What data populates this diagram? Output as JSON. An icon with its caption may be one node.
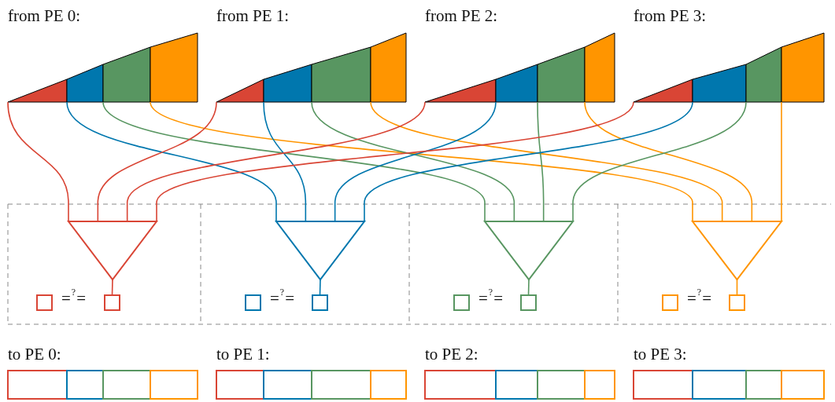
{
  "diagram": {
    "nodes": [
      {
        "text": [],
        "shape": "triangle"
      },
      {
        "text": [],
        "shape": "box"
      },
      {
        "text": [],
        "shape": "box"
      },
      {
        "text": [],
        "shape": "box"
      },
      {
        "text": [],
        "shape": "triangle"
      },
      {
        "text": [],
        "shape": "box"
      },
      {
        "text": [],
        "shape": "box"
      },
      {
        "text": [],
        "shape": "box"
      },
      {
        "text": [],
        "shape": "triangle"
      },
      {
        "text": [],
        "shape": "box"
      },
      {
        "text": [],
        "shape": "box"
      },
      {
        "text": [],
        "shape": "box"
      },
      {
        "text": [],
        "shape": "triangle"
      },
      {
        "text": [],
        "shape": "box"
      },
      {
        "text": [],
        "shape": "box"
      },
      {
        "text": [],
        "shape": "box"
      },
      {
        "text": [],
        "shape": "triangle"
      },
      {
        "text": [],
        "shape": "box"
      },
      {
        "text": [],
        "shape": "box"
      },
      {
        "text": [],
        "shape": "triangle"
      },
      {
        "text": [],
        "shape": "box"
      },
      {
        "text": [],
        "shape": "box"
      },
      {
        "text": [],
        "shape": "triangle"
      },
      {
        "text": [],
        "shape": "box"
      },
      {
        "text": [],
        "shape": "box"
      },
      {
        "text": [],
        "shape": "triangle"
      },
      {
        "text": [],
        "shape": "box"
      },
      {
        "text": [],
        "shape": "box"
      },
      {
        "text": [],
        "shape": "box"
      },
      {
        "text": [],
        "shape": "box"
      },
      {
        "text": [],
        "shape": "box"
      },
      {
        "text": [],
        "shape": "box"
      },
      {
        "text": [],
        "shape": "box"
      },
      {
        "text": [],
        "shape": "box"
      },
      {
        "text": [],
        "shape": "box"
      },
      {
        "text": [],
        "shape": "box"
      },
      {
        "text": [],
        "shape": "box"
      },
      {
        "text": [],
        "shape": "box"
      },
      {
        "text": [],
        "shape": "box"
      },
      {
        "text": [],
        "shape": "box"
      },
      {
        "text": [],
        "shape": "box"
      },
      {
        "text": [],
        "shape": "box"
      },
      {
        "text": [],
        "shape": "box"
      },
      {
        "text": [],
        "shape": "box"
      }
    ],
    "edges": [
      {
        "from": 0,
        "to": 16,
        "arrow": "none",
        "color": "#d94535"
      },
      {
        "from": 1,
        "to": 19,
        "arrow": "none",
        "color": "#0077ae"
      },
      {
        "from": 2,
        "to": 22,
        "arrow": "none",
        "color": "#589661"
      },
      {
        "from": 3,
        "to": 25,
        "arrow": "none",
        "color": "#ff9500"
      },
      {
        "from": 4,
        "to": 16,
        "arrow": "none",
        "color": "#d94535"
      },
      {
        "from": 5,
        "to": 19,
        "arrow": "none",
        "color": "#0077ae"
      },
      {
        "from": 6,
        "to": 22,
        "arrow": "none",
        "color": "#589661"
      },
      {
        "from": 7,
        "to": 25,
        "arrow": "none",
        "color": "#ff9500"
      },
      {
        "from": 8,
        "to": 16,
        "arrow": "none",
        "color": "#d94535"
      },
      {
        "from": 9,
        "to": 19,
        "arrow": "none",
        "color": "#0077ae"
      },
      {
        "from": 10,
        "to": 22,
        "arrow": "none",
        "color": "#589661"
      },
      {
        "from": 11,
        "to": 25,
        "arrow": "none",
        "color": "#ff9500"
      },
      {
        "from": 12,
        "to": 16,
        "arrow": "none",
        "color": "#d94535"
      },
      {
        "from": 13,
        "to": 19,
        "arrow": "none",
        "color": "#0077ae"
      },
      {
        "from": 14,
        "to": 22,
        "arrow": "none",
        "color": "#589661"
      },
      {
        "from": 15,
        "to": 25,
        "arrow": "none",
        "color": "#ff9500"
      },
      {
        "from": 16,
        "to": 18,
        "arrow": "none",
        "color": "#d94535"
      },
      {
        "from": 19,
        "to": 21,
        "arrow": "none",
        "color": "#0077ae"
      },
      {
        "from": 22,
        "to": 24,
        "arrow": "none",
        "color": "#589661"
      },
      {
        "from": 25,
        "to": 27,
        "arrow": "none",
        "color": "#ff9500"
      }
    ],
    "labels": [
      "from PE 0:",
      "from PE 1:",
      "from PE 2:",
      "from PE 3:",
      "=$^{?}$=",
      "=$^{?}$=",
      "=$^{?}$=",
      "=$^{?}$=",
      "to PE 0:",
      "to PE 1:",
      "to PE 2:",
      "to PE 3:"
    ]
  }
}
